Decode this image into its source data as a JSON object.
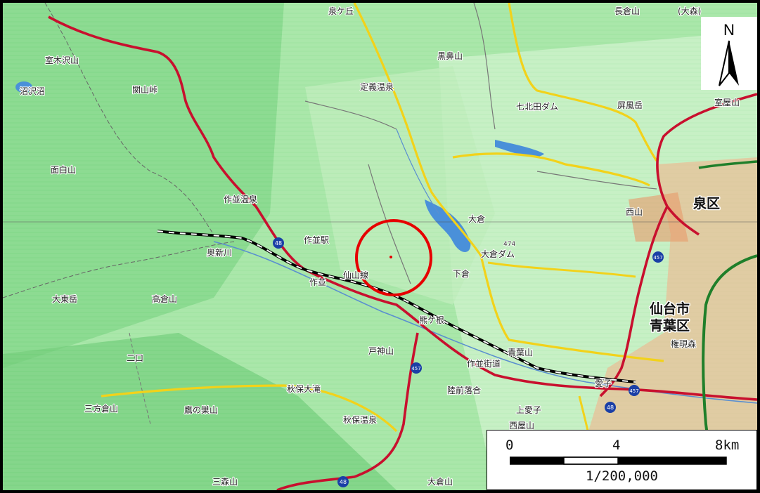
{
  "north": {
    "letter": "N"
  },
  "scale": {
    "tick_0": "0",
    "tick_4": "4",
    "tick_8": "8km",
    "ratio": "1/200,000"
  },
  "colors": {
    "national_road": "#c8102e",
    "prefectural_road": "#f2d21a",
    "city_road": "#ffffff",
    "expressway": "#1f7f2a",
    "water": "#4a90d9",
    "marker": "#e60000",
    "urban": "#e07a4a"
  },
  "labels": {
    "izumigaoka": "泉ケ丘",
    "nagakurayama": "長倉山",
    "omori": "(大森)",
    "murokizawayama": "室木沢山",
    "numazawanuma": "沼沢沼",
    "sekiyama": "関山峠",
    "jogi_onsen": "定義温泉",
    "kuroyama": "黒鼻山",
    "nanakita_dam": "七北田ダム",
    "funaharadake": "屏風岳",
    "murogadake": "室屋山",
    "izumi_ward": "泉区",
    "odarayama": "面白山",
    "sakunami_onsen": "作並温泉",
    "sakunami_eki": "作並駅",
    "okura_dam": "大倉ダム",
    "okura": "大倉",
    "shimokura": "下倉",
    "nishiyama": "西山",
    "sendai_city": "仙台市",
    "aoba_ward": "青葉区",
    "futakuchi": "二口",
    "otakamori": "大東岳",
    "takakurayama": "高倉山",
    "togamiyama": "戸神山",
    "sakunami_kaido": "作並街道",
    "akiu_onsen": "秋保温泉",
    "akiu_oohashi": "秋保大滝",
    "mikata_kurayama": "三方倉山",
    "takaseyama": "鷹の巣山",
    "mimoriyama": "三森山",
    "okurayama": "大倉山",
    "senzan_line": "仙山線",
    "kumagane": "熊ケ根",
    "aobayama": "青葉山",
    "rikuzen_ochiai": "陸前落合",
    "aoba_jinja": "権現森",
    "ayashi": "愛子",
    "kusatsu": "作並",
    "okuniyama": "奥新川",
    "nishinoyama": "西屋山",
    "kamiyagi": "上愛子",
    "route_48a": "48",
    "route_48b": "48",
    "route_457a": "457",
    "route_457b": "457",
    "route_457c": "457",
    "route_48c": "48",
    "alt_474": "474"
  }
}
